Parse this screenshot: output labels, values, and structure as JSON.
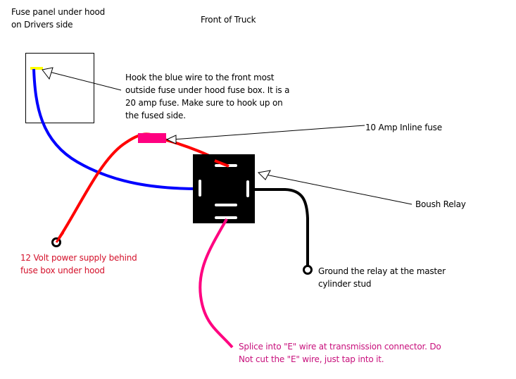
{
  "title": "Front of Truck",
  "colors": {
    "blue_wire": "#0000ff",
    "red_wire": "#ff0000",
    "pink_wire": "#ff0080",
    "ground_wire": "#000000",
    "relay_body": "#000000",
    "fuse_terminal": "#ffff00",
    "inline_fuse": "#ff0080",
    "red_text": "#d4102a",
    "magenta_text": "#c8107c"
  },
  "labels": {
    "fuse_panel": "Fuse panel under hood\non Drivers side",
    "front_of_truck": "Front of Truck",
    "blue_wire_note": "Hook the blue wire to the front most\noutside fuse under hood fuse box.  It is a\n20 amp fuse.  Make sure to hook up on\nthe fused side.",
    "inline_fuse": "10 Amp Inline fuse",
    "relay": "Boush Relay",
    "power_supply": "12 Volt power supply behind\nfuse box under hood",
    "ground": "Ground the relay at the master\ncylinder stud",
    "splice": "Splice into \"E\" wire at transmission connector.  Do\nNot cut the \"E\" wire, just tap into it."
  },
  "components": [
    {
      "id": "fuse-panel",
      "name": "Fuse panel"
    },
    {
      "id": "inline-fuse",
      "name": "10 Amp Inline fuse"
    },
    {
      "id": "relay",
      "name": "Boush Relay"
    },
    {
      "id": "power-terminal",
      "name": "12 Volt power supply"
    },
    {
      "id": "ground-terminal",
      "name": "Ground terminal"
    }
  ],
  "wires": [
    {
      "name": "blue",
      "from": "fuse-panel",
      "to": "relay"
    },
    {
      "name": "red",
      "from": "power-terminal",
      "to": "relay",
      "via": "inline-fuse"
    },
    {
      "name": "black",
      "from": "relay",
      "to": "ground-terminal"
    },
    {
      "name": "pink",
      "from": "relay",
      "to": "E wire at transmission connector"
    }
  ]
}
